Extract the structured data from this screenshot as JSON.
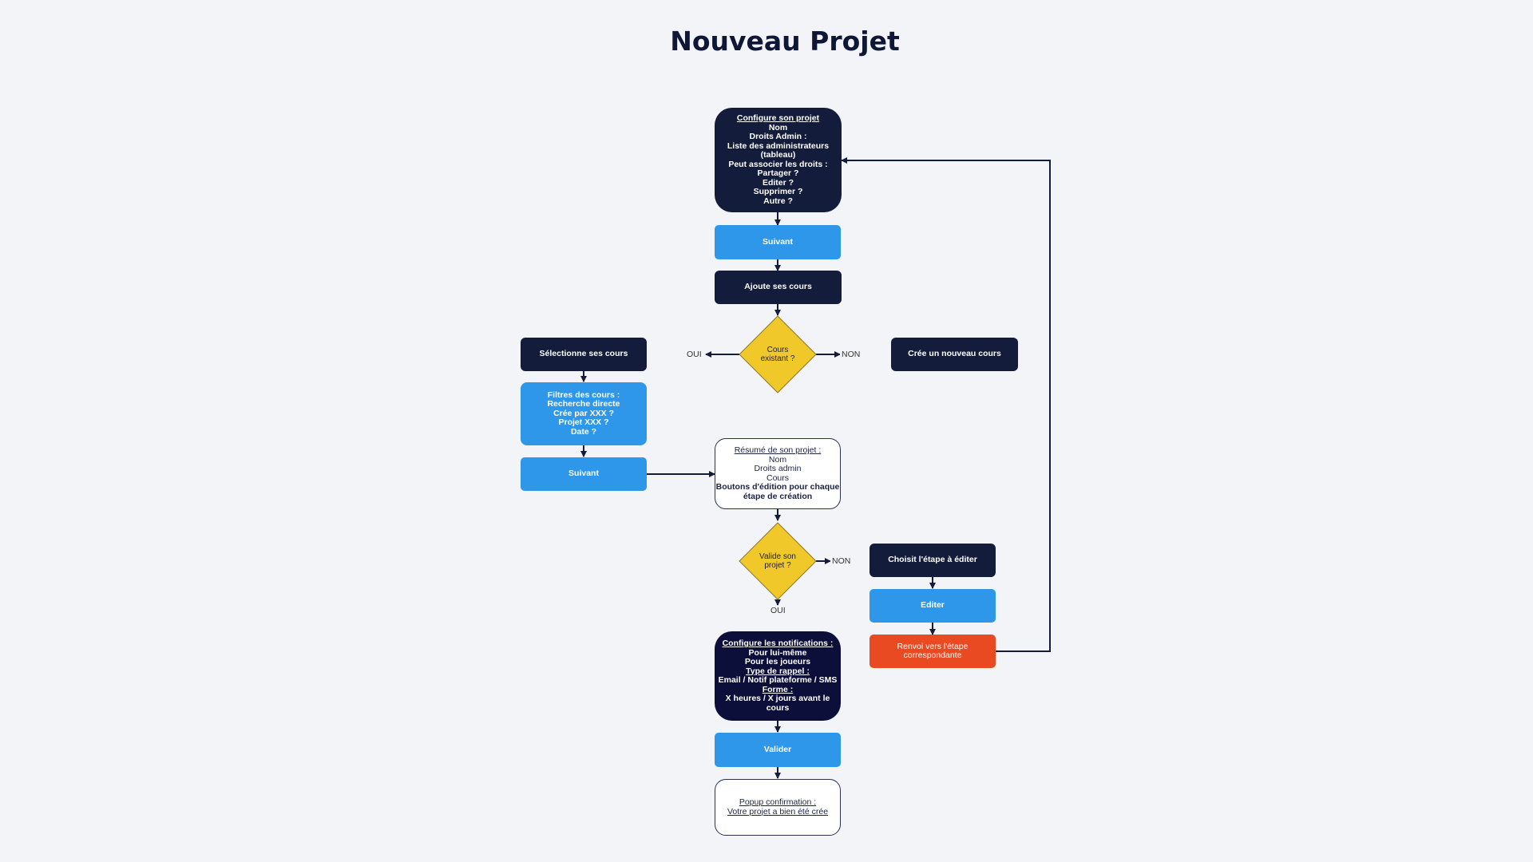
{
  "title": "Nouveau Projet",
  "colors": {
    "dark": "#141c3b",
    "blue": "#2e97ea",
    "yellow": "#f0c82a",
    "red": "#ea4a22",
    "background": "#f3f4f8"
  },
  "nodes": {
    "configure": {
      "heading": "Configure son projet",
      "lines": [
        "Nom",
        "Droits Admin :",
        "Liste des administrateurs",
        "(tableau)",
        "Peut associer les droits :",
        "Partager ?",
        "Editer ?",
        "Supprimer ?",
        "Autre ?"
      ]
    },
    "suivant1": "Suivant",
    "ajoute_cours": "Ajoute ses cours",
    "cours_existant": [
      "Cours",
      "existant ?"
    ],
    "selectionne": "Sélectionne ses cours",
    "cree_nouveau": "Crée un nouveau cours",
    "filtres": [
      "Filtres des cours :",
      "Recherche directe",
      "Crée par XXX ?",
      "Projet XXX ?",
      "Date ?"
    ],
    "suivant2": "Suivant",
    "resume": {
      "heading": "Résumé de son projet :",
      "lines": [
        "Nom",
        "Droits admin",
        "Cours"
      ],
      "bold_lines": [
        "Boutons d'édition pour chaque",
        "étape de création"
      ]
    },
    "valide_projet": [
      "Valide son",
      "projet ?"
    ],
    "choisit_etape": "Choisit l'étape à éditer",
    "editer": "Editer",
    "renvoi": [
      "Renvoi vers l'étape",
      "correspondante"
    ],
    "notifications": {
      "heading": "Configure les notifications :",
      "line1": "Pour lui-même",
      "line2": "Pour les joueurs",
      "rappel_heading": "Type de rappel :",
      "rappel_line": "Email / Notif plateforme / SMS",
      "forme_heading": "Forme :",
      "forme_line": "X heures / X jours avant le cours"
    },
    "valider": "Valider",
    "popup": [
      "Popup confirmation :",
      "Votre projet a bien été crée"
    ]
  },
  "edge_labels": {
    "oui1": "OUI",
    "non1": "NON",
    "non2": "NON",
    "oui2": "OUI"
  }
}
